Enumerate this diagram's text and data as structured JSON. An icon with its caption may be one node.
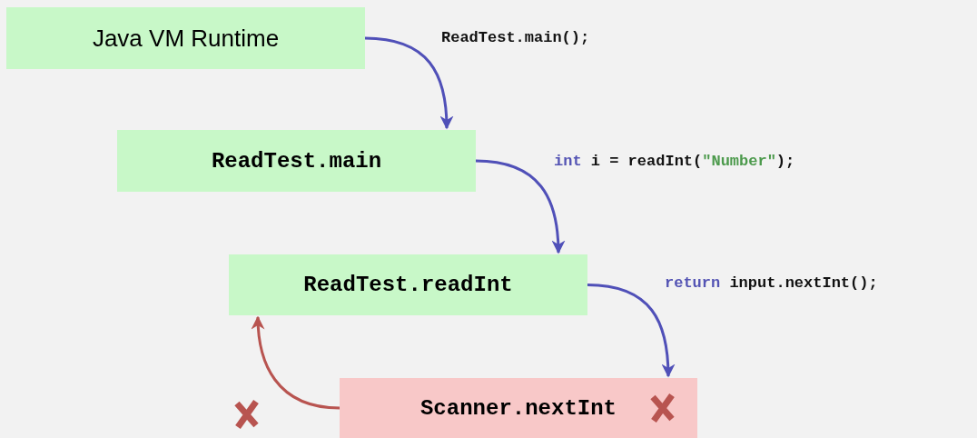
{
  "diagram": {
    "nodes": [
      {
        "text": [
          "Java VM Runtime"
        ]
      },
      {
        "text": [
          "ReadTest.main"
        ]
      },
      {
        "text": [
          "ReadTest.readInt"
        ]
      },
      {
        "text": [
          "Scanner.nextInt"
        ]
      }
    ],
    "edges": [
      {
        "from": 0,
        "to": 1,
        "arrow": "to",
        "label": "ReadTest.main();"
      },
      {
        "from": 1,
        "to": 2,
        "arrow": "to",
        "label": "*int* i = readInt(**\"Number\"**);"
      },
      {
        "from": 2,
        "to": 3,
        "arrow": "to",
        "label": "*return* input.nextInt();"
      },
      {
        "from": 3,
        "to": 2,
        "arrow": "to",
        "color": "#b85450"
      }
    ]
  }
}
